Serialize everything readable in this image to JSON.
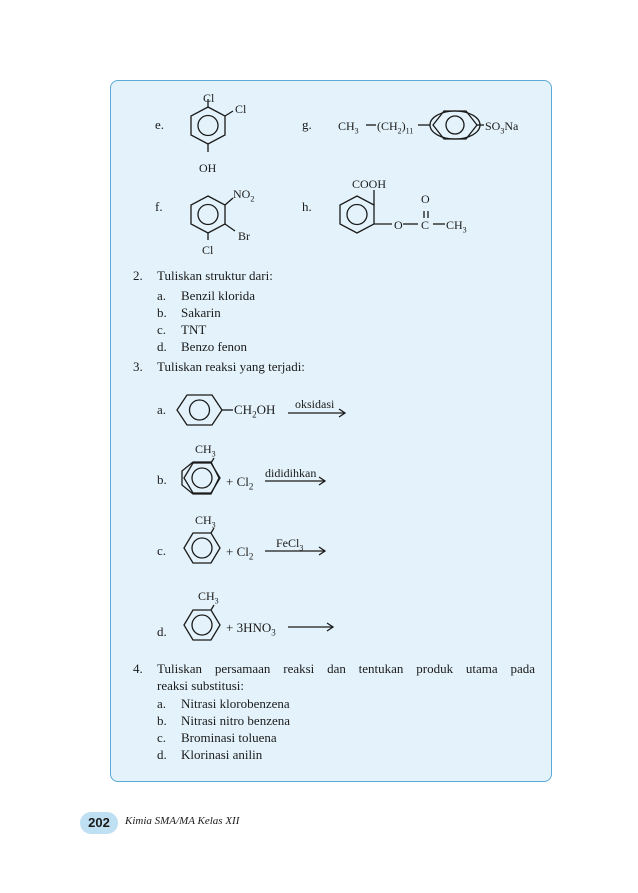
{
  "q1": {
    "e": {
      "letter": "e.",
      "sub1": "Cl",
      "sub2": "Cl",
      "sub3": "OH"
    },
    "f": {
      "letter": "f.",
      "sub1": "NO",
      "sub1_idx": "2",
      "sub2": "Br",
      "sub3": "Cl"
    },
    "g": {
      "letter": "g.",
      "ch3": "CH",
      "ch3_idx": "3",
      "ch2": "(CH",
      "ch2_idx": "2",
      "ch2_close": ")",
      "ch2_n": "11",
      "so3na": "SO",
      "so3na_idx": "3",
      "so3na_tail": "Na"
    },
    "h": {
      "letter": "h.",
      "cooh": "COOH",
      "o_top": "O",
      "o_link": "O",
      "c": "C",
      "ch3": "CH",
      "ch3_idx": "3"
    }
  },
  "q2": {
    "number": "2.",
    "text": "Tuliskan struktur dari:",
    "items": [
      {
        "letter": "a.",
        "text": "Benzil klorida"
      },
      {
        "letter": "b.",
        "text": "Sakarin"
      },
      {
        "letter": "c.",
        "text": "TNT"
      },
      {
        "letter": "d.",
        "text": "Benzo fenon"
      }
    ]
  },
  "q3": {
    "number": "3.",
    "text": "Tuliskan reaksi yang terjadi:",
    "a": {
      "letter": "a.",
      "group": "CH",
      "group_idx": "2",
      "group_tail": "OH",
      "arrow_label": "oksidasi"
    },
    "b": {
      "letter": "b.",
      "ch3": "CH",
      "ch3_idx": "3",
      "reagent": "+ Cl",
      "reagent_idx": "2",
      "arrow_label": "dididihkan"
    },
    "c": {
      "letter": "c.",
      "ch3": "CH",
      "ch3_idx": "3",
      "reagent": "+ Cl",
      "reagent_idx": "2",
      "arrow_label": "FeCl",
      "arrow_label_idx": "3"
    },
    "d": {
      "letter": "d.",
      "ch3": "CH",
      "ch3_idx": "3",
      "reagent": "+ 3HNO",
      "reagent_idx": "3"
    }
  },
  "q4": {
    "number": "4.",
    "line1": "Tuliskan persamaan reaksi dan tentukan produk utama pada",
    "line2": "reaksi substitusi:",
    "items": [
      {
        "letter": "a.",
        "text": "Nitrasi klorobenzena"
      },
      {
        "letter": "b.",
        "text": "Nitrasi nitro benzena"
      },
      {
        "letter": "c.",
        "text": "Brominasi toluena"
      },
      {
        "letter": "d.",
        "text": "Klorinasi anilin"
      }
    ]
  },
  "footer": {
    "page": "202",
    "title": "Kimia SMA/MA Kelas XII"
  }
}
